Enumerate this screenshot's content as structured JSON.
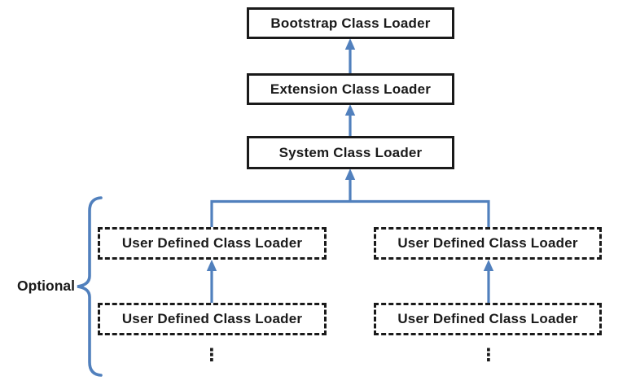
{
  "diagram": {
    "type": "hierarchy",
    "subject": "Java class loader delegation hierarchy",
    "nodes": {
      "bootstrap": {
        "label": "Bootstrap Class Loader",
        "style": "solid"
      },
      "extension": {
        "label": "Extension Class Loader",
        "style": "solid"
      },
      "system": {
        "label": "System Class Loader",
        "style": "solid"
      },
      "user_left_1": {
        "label": "User Defined Class Loader",
        "style": "dashed"
      },
      "user_left_2": {
        "label": "User Defined Class Loader",
        "style": "dashed"
      },
      "user_right_1": {
        "label": "User Defined Class Loader",
        "style": "dashed"
      },
      "user_right_2": {
        "label": "User Defined Class Loader",
        "style": "dashed"
      }
    },
    "edges": [
      "extension -> bootstrap",
      "system -> extension",
      "user_left_1 -> system",
      "user_right_1 -> system",
      "user_left_2 -> user_left_1",
      "user_right_2 -> user_right_1"
    ],
    "optional_label": "Optional",
    "ellipsis": "⋮",
    "colors": {
      "accent_blue": "#5180BD",
      "box_border": "#1A1A1A",
      "text": "#1A1A1A",
      "background": "#FFFFFF"
    }
  }
}
